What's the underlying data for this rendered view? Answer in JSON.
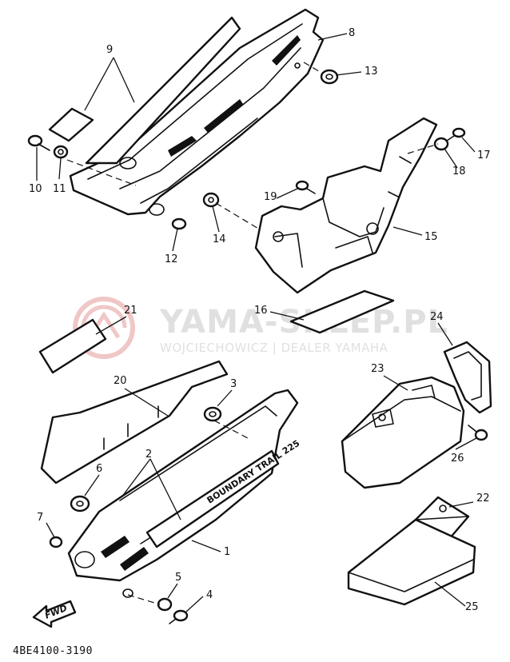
{
  "watermark": {
    "title": "YAMA-SKLEP.PL",
    "subtitle": "WOJCIECHOWICZ | DEALER YAMAHA",
    "color": "#c8c8c8",
    "logo_color": "#e59a9a"
  },
  "footer": {
    "code": "4BE4100-3190"
  },
  "direction_arrow": {
    "label": "FWD"
  },
  "side_cover_decal": {
    "text": "BOUNDARY TRAIL 225"
  },
  "callouts": [
    {
      "id": "c1",
      "label": "1"
    },
    {
      "id": "c2",
      "label": "2"
    },
    {
      "id": "c3",
      "label": "3"
    },
    {
      "id": "c4",
      "label": "4"
    },
    {
      "id": "c5",
      "label": "5"
    },
    {
      "id": "c6",
      "label": "6"
    },
    {
      "id": "c7",
      "label": "7"
    },
    {
      "id": "c8",
      "label": "8"
    },
    {
      "id": "c9",
      "label": "9"
    },
    {
      "id": "c10",
      "label": "10"
    },
    {
      "id": "c11",
      "label": "11"
    },
    {
      "id": "c12",
      "label": "12"
    },
    {
      "id": "c13",
      "label": "13"
    },
    {
      "id": "c14",
      "label": "14"
    },
    {
      "id": "c15",
      "label": "15"
    },
    {
      "id": "c16",
      "label": "16"
    },
    {
      "id": "c17",
      "label": "17"
    },
    {
      "id": "c18",
      "label": "18"
    },
    {
      "id": "c19",
      "label": "19"
    },
    {
      "id": "c20",
      "label": "20"
    },
    {
      "id": "c21",
      "label": "21"
    },
    {
      "id": "c22",
      "label": "22"
    },
    {
      "id": "c23",
      "label": "23"
    },
    {
      "id": "c24",
      "label": "24"
    },
    {
      "id": "c25",
      "label": "25"
    },
    {
      "id": "c26",
      "label": "26"
    }
  ]
}
